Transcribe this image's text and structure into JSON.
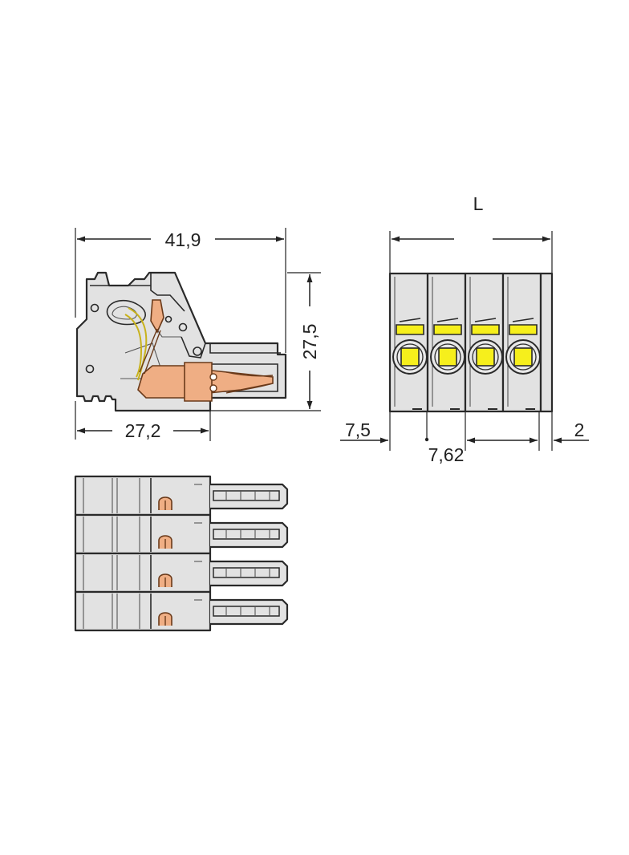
{
  "dimensions": {
    "side_width": "41,9",
    "side_height": "27,5",
    "side_base": "27,2",
    "front_length": "L",
    "front_left_offset": "7,5",
    "front_pitch": "7,62",
    "front_right_offset": "2"
  },
  "colors": {
    "housing": "#e2e2e2",
    "outline": "#2a2a2a",
    "contact": "#efae84",
    "release_button": "#f6ef1c"
  },
  "front_view": {
    "pole_count": 4
  },
  "top_view": {
    "pole_count": 4
  }
}
